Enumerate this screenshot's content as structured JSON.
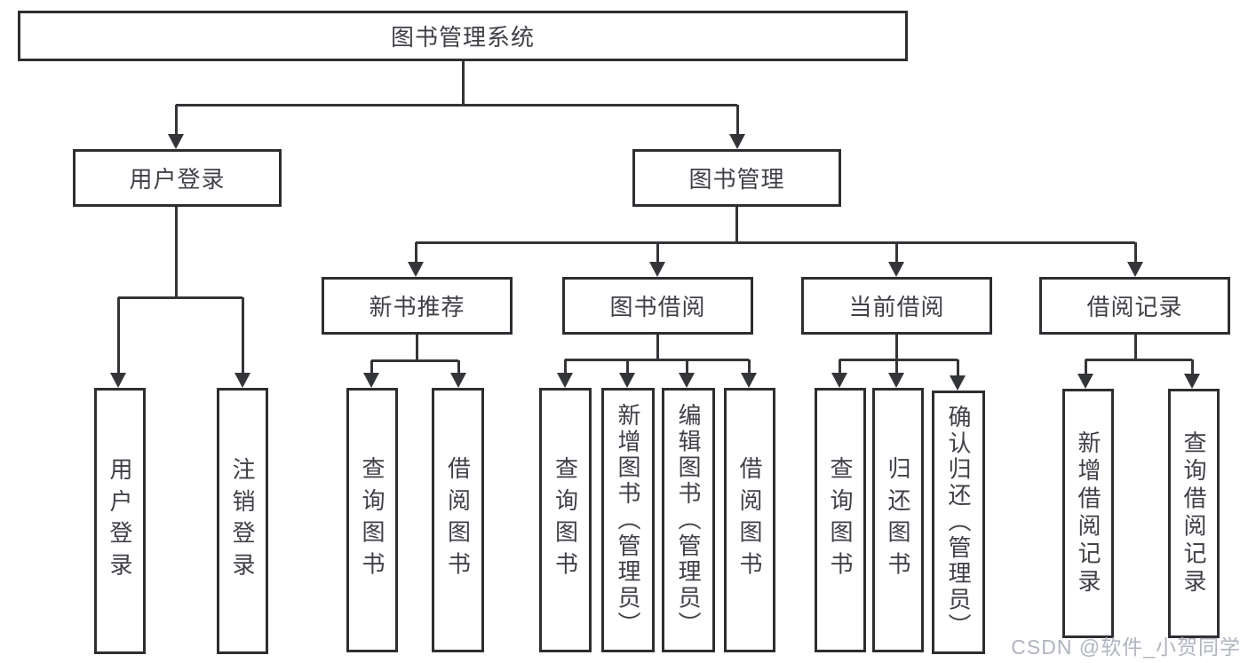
{
  "diagram": {
    "root": {
      "label": "图书管理系统",
      "children": [
        {
          "label": "用户登录",
          "children": [
            {
              "label": "用户登录"
            },
            {
              "label": "注销登录"
            }
          ]
        },
        {
          "label": "图书管理",
          "children": [
            {
              "label": "新书推荐",
              "children": [
                {
                  "label": "查询图书"
                },
                {
                  "label": "借阅图书"
                }
              ]
            },
            {
              "label": "图书借阅",
              "children": [
                {
                  "label": "查询图书"
                },
                {
                  "label": "新增图书（管理员）"
                },
                {
                  "label": "编辑图书（管理员）"
                },
                {
                  "label": "借阅图书"
                }
              ]
            },
            {
              "label": "当前借阅",
              "children": [
                {
                  "label": "查询图书"
                },
                {
                  "label": "归还图书"
                },
                {
                  "label": "确认归还（管理员）"
                }
              ]
            },
            {
              "label": "借阅记录",
              "children": [
                {
                  "label": "新增借阅记录"
                },
                {
                  "label": "查询借阅记录"
                }
              ]
            }
          ]
        }
      ]
    }
  },
  "watermark": {
    "text": "CSDN @软件_小贺同学"
  },
  "colors": {
    "line": "#333538",
    "box_border": "#2d2e31",
    "text": "#3f4147",
    "watermark": "#b0b4bf",
    "background": "#ffffff"
  }
}
